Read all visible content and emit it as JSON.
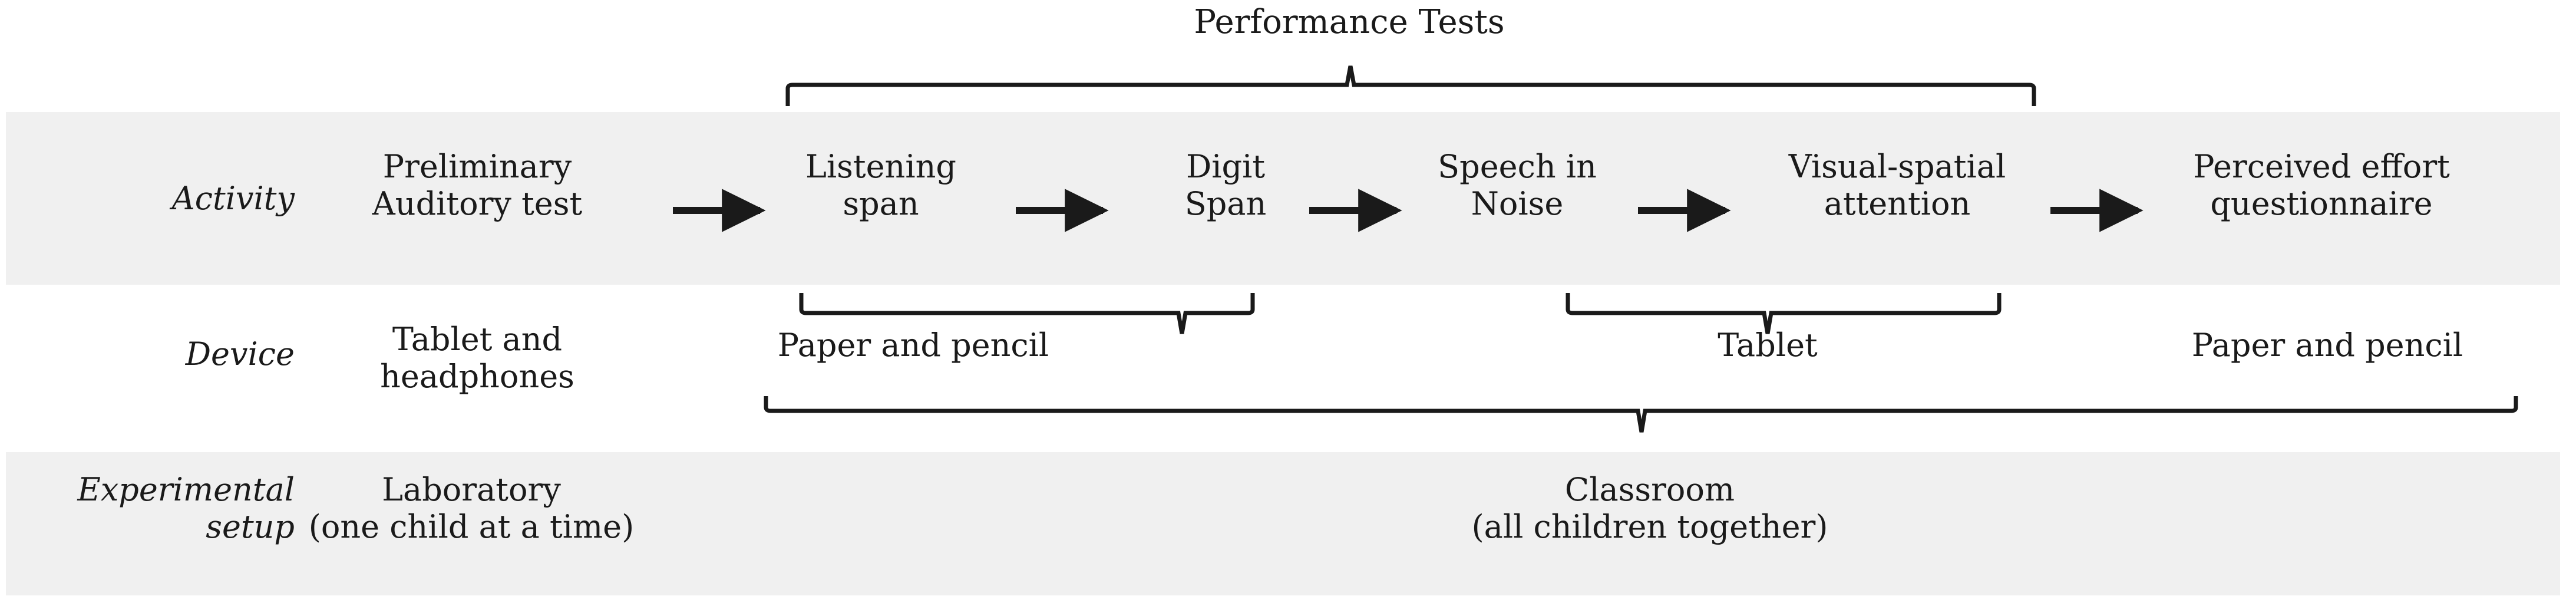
{
  "header": {
    "performance_tests_label": "Performance Tests"
  },
  "rows": [
    {
      "name": "activity",
      "label": "Activity",
      "shaded": true,
      "items": [
        {
          "id": "act-0",
          "text": "Preliminary\nAuditory test"
        },
        {
          "id": "act-1",
          "text": "Listening\nspan"
        },
        {
          "id": "act-2",
          "text": "Digit\nSpan"
        },
        {
          "id": "act-3",
          "text": "Speech in\nNoise"
        },
        {
          "id": "act-4",
          "text": "Visual-spatial\nattention"
        },
        {
          "id": "act-5",
          "text": "Perceived effort\nquestionnaire"
        }
      ]
    },
    {
      "name": "device",
      "label": "Device",
      "shaded": false,
      "items": [
        {
          "id": "dev-0",
          "text": "Tablet and\nheadphones"
        },
        {
          "id": "dev-1",
          "text": "Paper and pencil"
        },
        {
          "id": "dev-2",
          "text": "Tablet"
        },
        {
          "id": "dev-3",
          "text": "Paper and pencil"
        }
      ]
    },
    {
      "name": "experimental-setup",
      "label": "Experimental\nsetup",
      "shaded": true,
      "items": [
        {
          "id": "setup-0",
          "text": "Laboratory\n(one child at a time)"
        },
        {
          "id": "setup-1",
          "text": "Classroom\n(all children together)"
        }
      ]
    }
  ],
  "arrows": [
    {
      "name": "arrow-preliminary-to-listening",
      "from": "Preliminary Auditory test",
      "to": "Listening span"
    },
    {
      "name": "arrow-listening-to-digit",
      "from": "Listening span",
      "to": "Digit Span"
    },
    {
      "name": "arrow-digit-to-speech",
      "from": "Digit Span",
      "to": "Speech in Noise"
    },
    {
      "name": "arrow-speech-to-visual",
      "from": "Speech in Noise",
      "to": "Visual-spatial attention"
    },
    {
      "name": "arrow-visual-to-questionnaire",
      "from": "Visual-spatial attention",
      "to": "Perceived effort questionnaire"
    }
  ],
  "braces": [
    {
      "name": "brace-performance-tests",
      "label": "Performance Tests",
      "direction": "up"
    },
    {
      "name": "brace-paper-and-pencil",
      "label": "Paper and pencil",
      "direction": "down"
    },
    {
      "name": "brace-tablet",
      "label": "Tablet",
      "direction": "down"
    },
    {
      "name": "brace-classroom",
      "label": "Classroom",
      "direction": "down"
    }
  ],
  "colors": {
    "band": "#f0f0f0",
    "ink": "#1a1a1a",
    "page": "#ffffff"
  }
}
